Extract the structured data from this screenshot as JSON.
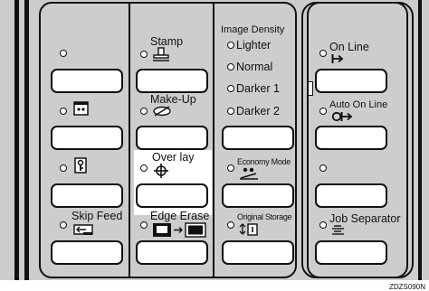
{
  "col1": {
    "row3_label": "Skip Feed",
    "icons": [
      "toner-icon",
      "key-card-icon",
      "skip-feed-icon"
    ]
  },
  "col2": {
    "stamp_label": "Stamp",
    "makeup_label": "Make-Up",
    "overlay_label": "Over lay",
    "edge_erase_label": "Edge Erase"
  },
  "col3": {
    "title": "Image Density",
    "options": [
      "Lighter",
      "Normal",
      "Darker 1",
      "Darker 2"
    ],
    "economy_label": "Economy Mode",
    "storage_label": "Original Storage"
  },
  "col4": {
    "online_label": "On Line",
    "auto_online_label": "Auto On Line",
    "job_sep_label": "Job Separator"
  },
  "footer": {
    "figure_code": "ZDZS090N"
  },
  "colors": {
    "panel": "#cdcdcd",
    "highlight": "#ffffff",
    "line": "#111111"
  }
}
